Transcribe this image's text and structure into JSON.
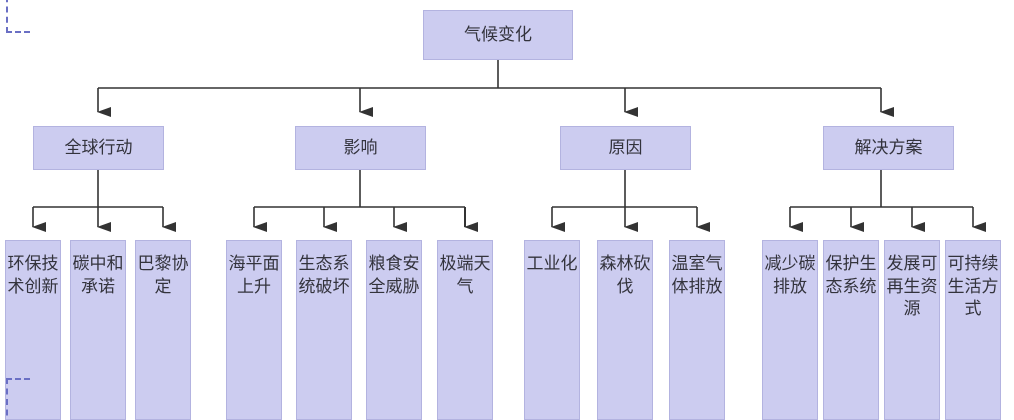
{
  "diagram": {
    "type": "tree-flowchart",
    "orientation": "top-down",
    "theme": {
      "node_fill": "#ccccf0",
      "node_border": "#b3b3e0",
      "text_color": "#33333c",
      "edge_color": "#333333",
      "background": "#ffffff",
      "marker_color": "#6a6fc4"
    },
    "root": {
      "label": "气候变化"
    },
    "branches": [
      {
        "label": "全球行动",
        "children": [
          {
            "label": "环保技术创新"
          },
          {
            "label": "碳中和承诺"
          },
          {
            "label": "巴黎协定"
          }
        ]
      },
      {
        "label": "影响",
        "children": [
          {
            "label": "海平面上升"
          },
          {
            "label": "生态系统破坏"
          },
          {
            "label": "粮食安全威胁"
          },
          {
            "label": "极端天气"
          }
        ]
      },
      {
        "label": "原因",
        "children": [
          {
            "label": "工业化"
          },
          {
            "label": "森林砍伐"
          },
          {
            "label": "温室气体排放"
          }
        ]
      },
      {
        "label": "解决方案",
        "children": [
          {
            "label": "减少碳排放"
          },
          {
            "label": "保护生态系统"
          },
          {
            "label": "发展可再生资源"
          },
          {
            "label": "可持续生活方式"
          }
        ]
      }
    ]
  }
}
